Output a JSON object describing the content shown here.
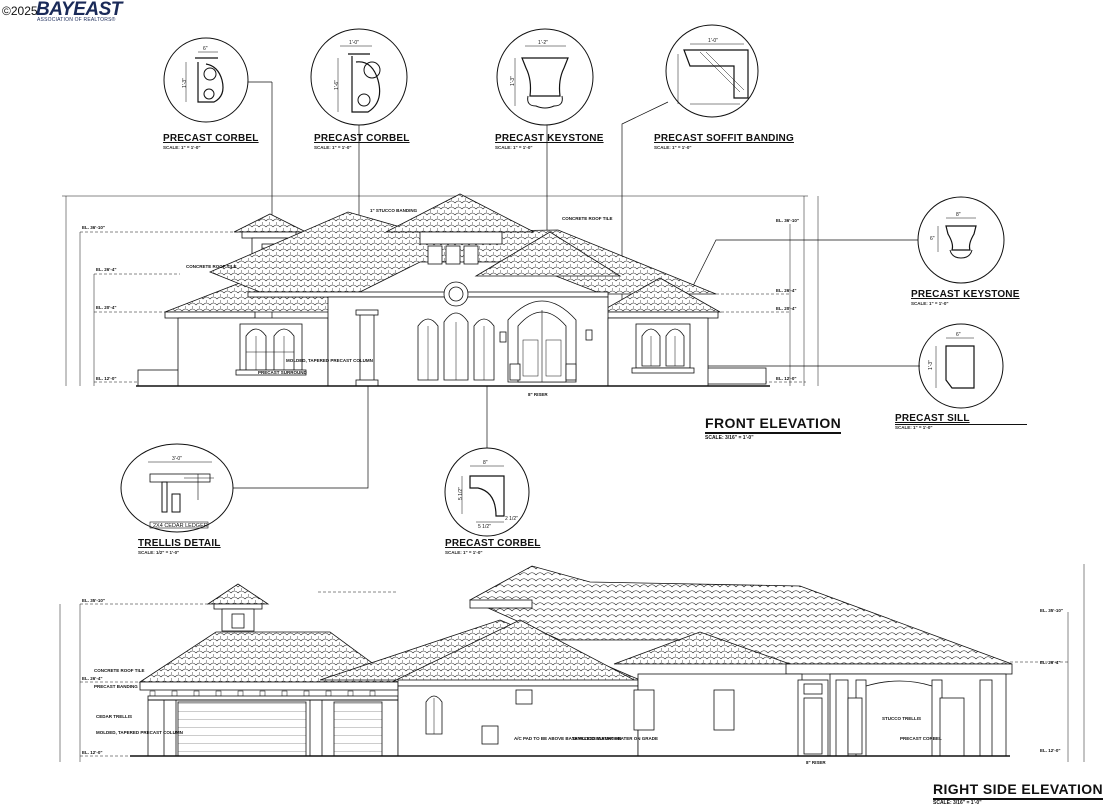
{
  "watermark": {
    "copyright": "©2025",
    "brand": "BAYEAST",
    "tagline": "ASSOCIATION OF REALTORS®"
  },
  "callouts": {
    "corbel_1": {
      "title": "PRECAST CORBEL",
      "scale": "SCALE: 1\" = 1'-0\""
    },
    "corbel_2": {
      "title": "PRECAST CORBEL",
      "scale": "SCALE: 1\" = 1'-0\""
    },
    "keystone_1": {
      "title": "PRECAST KEYSTONE",
      "scale": "SCALE: 1\" = 1'-0\""
    },
    "soffit": {
      "title": "PRECAST SOFFIT BANDING",
      "scale": "SCALE: 1\" = 1'-0\""
    },
    "keystone_2": {
      "title": "PRECAST KEYSTONE",
      "scale": "SCALE: 1\" = 1'-0\""
    },
    "sill": {
      "title": "PRECAST SILL",
      "scale": "SCALE: 1\" = 1'-0\""
    },
    "trellis": {
      "title": "TRELLIS DETAIL",
      "scale": "SCALE: 1/2\" = 1'-0\"",
      "ledger": "2X4 CEDAR LEDGER"
    },
    "corbel_3": {
      "title": "PRECAST CORBEL",
      "scale": "SCALE: 1\" = 1'-0\""
    }
  },
  "elevations": {
    "front": {
      "title": "FRONT ELEVATION",
      "scale": "SCALE: 3/16\" = 1'-0\""
    },
    "side": {
      "title": "RIGHT SIDE ELEVATION",
      "scale": "SCALE: 3/16\" = 1'-0\""
    }
  },
  "detail_dims": {
    "corbel_1_w": "6\"",
    "corbel_1_h": "1'-3\"",
    "corbel_2_w": "1'-0\"",
    "corbel_2_h": "1'-6\"",
    "keystone_w": "1'-2\"",
    "keystone_h": "1'-3\"",
    "soffit_w": "1'-0\"",
    "keystone2_w": "8\"",
    "keystone2_h": "6\"",
    "sill_w": "6\"",
    "sill_h": "1'-3\"",
    "trellis_w": "3'-0\"",
    "corbel3_w": "8\"",
    "corbel3_h": "5 1/2\"",
    "corbel3_b": "5 1/2\"",
    "corbel3_c": "2 1/2\""
  },
  "notes": {
    "front_ridge": "CONCRETE ROOF TILE",
    "front_stucco": "1\" STUCCO BANDING",
    "front_window": "PRECAST SURROUND",
    "front_column": "MOLDED, TAPERED PRECAST COLUMN",
    "front_porch": "8\" RISER",
    "side_tile": "CONCRETE ROOF TILE",
    "side_banding": "PRECAST BANDING",
    "side_trellis": "CEDAR TRELLIS",
    "side_column": "MOLDED, TAPERED PRECAST COLUMN",
    "side_ac": "A/C PAD TO BE ABOVE BASE FLOOD ELEVATION",
    "side_tankless": "TANKLESS WATER HEATER ON GRADE",
    "side_trellis2": "STUCCO TRELLIS",
    "side_corbel": "PRECAST CORBEL",
    "side_riser": "8\" RISER"
  },
  "levels": {
    "front_top": "EL. 36'-10\"",
    "front_mid": "EL. 26'-4\"",
    "front_plate": "EL. 20'-4\"",
    "front_ffe": "EL. 12'-0\"",
    "side_top": "EL. 35'-10\"",
    "side_plate": "EL. 26'-4\"",
    "side_ffe": "EL. 12'-0\""
  }
}
